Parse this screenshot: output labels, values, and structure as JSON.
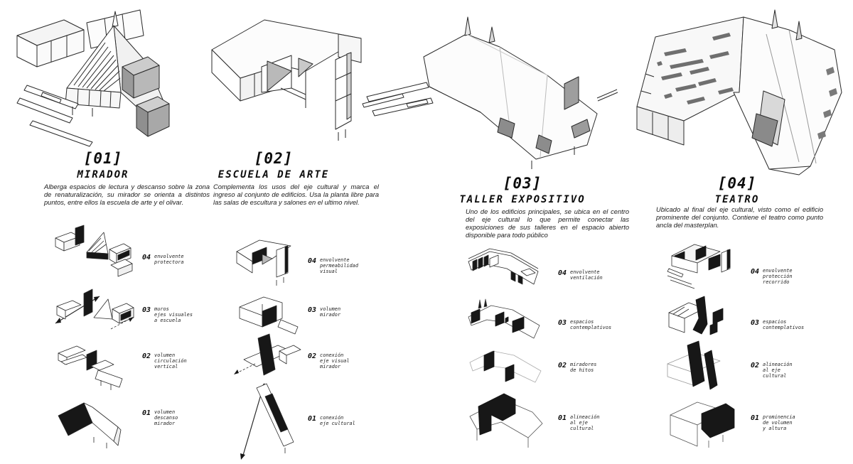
{
  "board": {
    "colors": {
      "line": "#2a2a2a",
      "accent_black": "#171717",
      "gray_mid": "#9a9a9a",
      "gray_light": "#e9e9e9"
    },
    "sections": [
      {
        "id": "mirador",
        "number": "[01]",
        "title": "MIRADOR",
        "description": "Alberga espacios de lectura y descanso sobre la zona de renaturalización, su mirador se orienta a distintos puntos, entre ellos la escuela de arte y el olivar.",
        "layers": [
          {
            "num": "04",
            "label": "envolvente\nprotectora"
          },
          {
            "num": "03",
            "label": "muros\nejes visuales\na escuela"
          },
          {
            "num": "02",
            "label": "volumen\ncirculación\nvertical"
          },
          {
            "num": "01",
            "label": "volumen\ndescanso\nmirador"
          }
        ]
      },
      {
        "id": "escuela-de-arte",
        "number": "[02]",
        "title": "ESCUELA DE ARTE",
        "description": "Complementa los usos del eje cultural y marca el ingreso al conjunto de edificios. Usa la planta libre para las salas de escultura y salones en el ultimo nivel.",
        "layers": [
          {
            "num": "04",
            "label": "envolvente\npermeabilidad\nvisual"
          },
          {
            "num": "03",
            "label": "volumen\nmirador"
          },
          {
            "num": "02",
            "label": "conexión\neje visual\nmirador"
          },
          {
            "num": "01",
            "label": "conexión\neje cultural"
          }
        ]
      },
      {
        "id": "taller-expositivo",
        "number": "[03]",
        "title": "TALLER EXPOSITIVO",
        "description": "Uno de los edificios principales, se ubica en el centro del eje cultural lo que permite conectar las exposiciones de sus talleres en el espacio abierto disponible para todo público",
        "layers": [
          {
            "num": "04",
            "label": "envolvente\nventilación"
          },
          {
            "num": "03",
            "label": "espacios\ncontemplativos"
          },
          {
            "num": "02",
            "label": "miradores\nde hitos"
          },
          {
            "num": "01",
            "label": "alineación\nal eje\ncultural"
          }
        ]
      },
      {
        "id": "teatro",
        "number": "[04]",
        "title": "TEATRO",
        "description": "Ubicado al final del eje cultural, visto como el edificio prominente del conjunto. Contiene el teatro como punto ancla del masterplan.",
        "layers": [
          {
            "num": "04",
            "label": "envolvente\nprotección\nrecorrido"
          },
          {
            "num": "03",
            "label": "espacios\ncontemplativos"
          },
          {
            "num": "02",
            "label": "alineación\nal eje\ncultural"
          },
          {
            "num": "01",
            "label": "prominencia\nde volumen\ny altura"
          }
        ]
      }
    ]
  }
}
